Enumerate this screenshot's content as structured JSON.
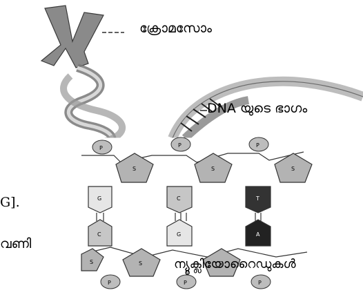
{
  "labels": {
    "chromosome": "ക്രോമസോം",
    "dna_part": "DNA യുടെ ഭാഗം",
    "nucleotides": "ന്യൂക്ലിയോറൈഡുകൾ"
  },
  "fragments": {
    "left_top": "G].",
    "left_bottom": "വണി"
  },
  "bases": {
    "top_sugars": [
      "S",
      "S",
      "S"
    ],
    "top_bases": [
      "G",
      "C",
      "T"
    ],
    "bottom_bases": [
      "C",
      "G",
      "A"
    ],
    "bottom_sugars": [
      "S",
      "S",
      "S"
    ],
    "phosphates": [
      "P",
      "P",
      "P",
      "P",
      "P",
      "P"
    ]
  },
  "colors": {
    "chromosome_gray": "#8c8c8c",
    "helix_gray": "#a8a8a8",
    "sugar_gray": "#b3b3b3",
    "base_light": "#e6e6e6",
    "base_mid": "#a9a9a9",
    "base_dark": "#333333"
  }
}
